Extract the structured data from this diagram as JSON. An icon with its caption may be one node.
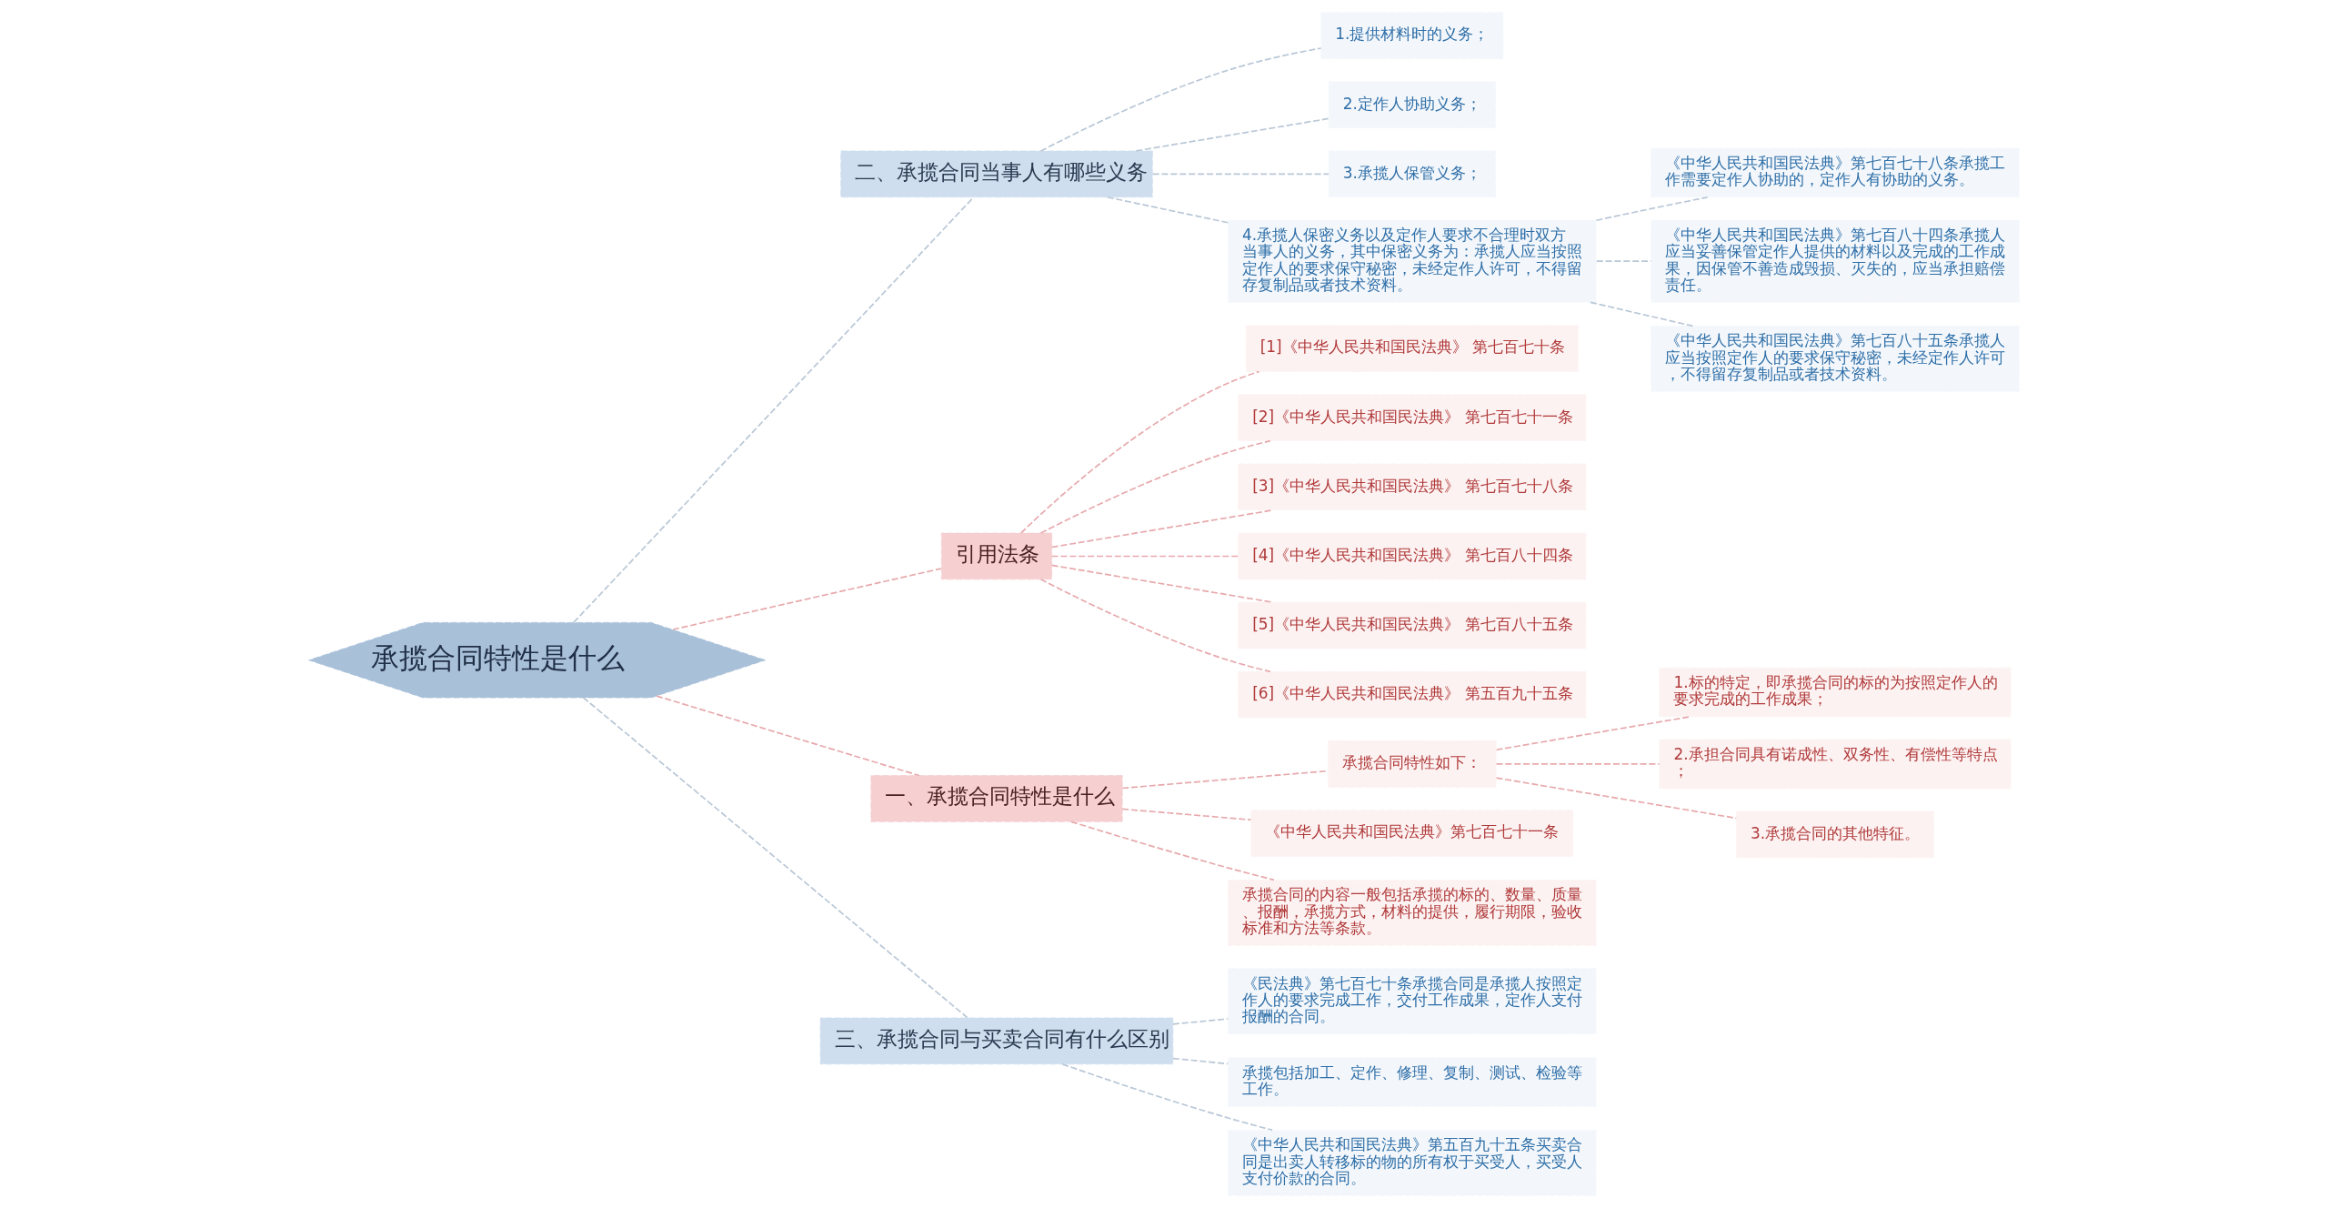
{
  "diagram": {
    "nodes": [
      {
        "text": [
          "承揽合同特性是什么"
        ]
      },
      {
        "text": [
          "二、承揽合同当事人有哪些义务"
        ]
      },
      {
        "text": [
          "1.提供材料时的义务；"
        ]
      },
      {
        "text": [
          "2.定作人协助义务；"
        ]
      },
      {
        "text": [
          "3.承揽人保管义务；"
        ]
      },
      {
        "text": [
          "4.承揽人保密义务以及定作人要求不合理时双方当事人的义务，其中保密义务为：承揽人应当按照定作人的要求保守秘密，未经定作人许可，不得留存复制品或者技术资料。"
        ]
      },
      {
        "text": [
          "《中华人民共和国民法典》第七百七十八条承揽工作需要定作人协助的，定作人有协助的义务。"
        ]
      },
      {
        "text": [
          "《中华人民共和国民法典》第七百八十四条承揽人应当妥善保管定作人提供的材料以及完成的工作成果，因保管不善造成毁损、灭失的，应当承担赔偿责任。"
        ]
      },
      {
        "text": [
          "《中华人民共和国民法典》第七百八十五条承揽人应当按照定作人的要求保守秘密，未经定作人许可，不得留存复制品或者技术资料。"
        ]
      },
      {
        "text": [
          "引用法条"
        ]
      },
      {
        "text": [
          "[1]《中华人民共和国民法典》 第七百七十条"
        ]
      },
      {
        "text": [
          "[2]《中华人民共和国民法典》 第七百七十一条"
        ]
      },
      {
        "text": [
          "[3]《中华人民共和国民法典》 第七百七十八条"
        ]
      },
      {
        "text": [
          "[4]《中华人民共和国民法典》 第七百八十四条"
        ]
      },
      {
        "text": [
          "[5]《中华人民共和国民法典》 第七百八十五条"
        ]
      },
      {
        "text": [
          "[6]《中华人民共和国民法典》 第五百九十五条"
        ]
      },
      {
        "text": [
          "一、承揽合同特性是什么"
        ]
      },
      {
        "text": [
          "承揽合同特性如下："
        ]
      },
      {
        "text": [
          "1.标的特定，即承揽合同的标的为按照定作人的要求完成的工作成果；"
        ]
      },
      {
        "text": [
          "2.承担合同具有诺成性、双务性、有偿性等特点；"
        ]
      },
      {
        "text": [
          "3.承揽合同的其他特征。"
        ]
      },
      {
        "text": [
          "《中华人民共和国民法典》第七百七十一条"
        ]
      },
      {
        "text": [
          "承揽合同的内容一般包括承揽的标的、数量、质量、报酬，承揽方式，材料的提供，履行期限，验收标准和方法等条款。"
        ]
      },
      {
        "text": [
          "三、承揽合同与买卖合同有什么区别"
        ]
      },
      {
        "text": [
          "《民法典》第七百七十条承揽合同是承揽人按照定作人的要求完成工作，交付工作成果，定作人支付报酬的合同。"
        ]
      },
      {
        "text": [
          "承揽包括加工、定作、修理、复制、测试、检验等工作。"
        ]
      },
      {
        "text": [
          "《中华人民共和国民法典》第五百九十五条买卖合同是出卖人转移标的物的所有权于买受人，买受人支付价款的合同。"
        ]
      }
    ],
    "edges": [
      {
        "from": 0,
        "to": 1,
        "arrow": "none",
        "style": "dashed"
      },
      {
        "from": 1,
        "to": 2,
        "arrow": "none",
        "style": "dashed"
      },
      {
        "from": 1,
        "to": 3,
        "arrow": "none",
        "style": "dashed"
      },
      {
        "from": 1,
        "to": 4,
        "arrow": "none",
        "style": "dashed"
      },
      {
        "from": 1,
        "to": 5,
        "arrow": "none",
        "style": "dashed"
      },
      {
        "from": 5,
        "to": 6,
        "arrow": "none",
        "style": "dashed"
      },
      {
        "from": 5,
        "to": 7,
        "arrow": "none",
        "style": "dashed"
      },
      {
        "from": 5,
        "to": 8,
        "arrow": "none",
        "style": "dashed"
      },
      {
        "from": 0,
        "to": 9,
        "arrow": "none",
        "style": "dashed"
      },
      {
        "from": 9,
        "to": 10,
        "arrow": "none",
        "style": "dashed"
      },
      {
        "from": 9,
        "to": 11,
        "arrow": "none",
        "style": "dashed"
      },
      {
        "from": 9,
        "to": 12,
        "arrow": "none",
        "style": "dashed"
      },
      {
        "from": 9,
        "to": 13,
        "arrow": "none",
        "style": "dashed"
      },
      {
        "from": 9,
        "to": 14,
        "arrow": "none",
        "style": "dashed"
      },
      {
        "from": 9,
        "to": 15,
        "arrow": "none",
        "style": "dashed"
      },
      {
        "from": 0,
        "to": 16,
        "arrow": "none",
        "style": "dashed"
      },
      {
        "from": 16,
        "to": 17,
        "arrow": "none",
        "style": "dashed"
      },
      {
        "from": 17,
        "to": 18,
        "arrow": "none",
        "style": "dashed"
      },
      {
        "from": 17,
        "to": 19,
        "arrow": "none",
        "style": "dashed"
      },
      {
        "from": 17,
        "to": 20,
        "arrow": "none",
        "style": "dashed"
      },
      {
        "from": 16,
        "to": 21,
        "arrow": "none",
        "style": "dashed"
      },
      {
        "from": 16,
        "to": 22,
        "arrow": "none",
        "style": "dashed"
      },
      {
        "from": 0,
        "to": 23,
        "arrow": "none",
        "style": "dashed"
      },
      {
        "from": 23,
        "to": 24,
        "arrow": "none",
        "style": "dashed"
      },
      {
        "from": 23,
        "to": 25,
        "arrow": "none",
        "style": "dashed"
      },
      {
        "from": 23,
        "to": 26,
        "arrow": "none",
        "style": "dashed"
      }
    ]
  }
}
